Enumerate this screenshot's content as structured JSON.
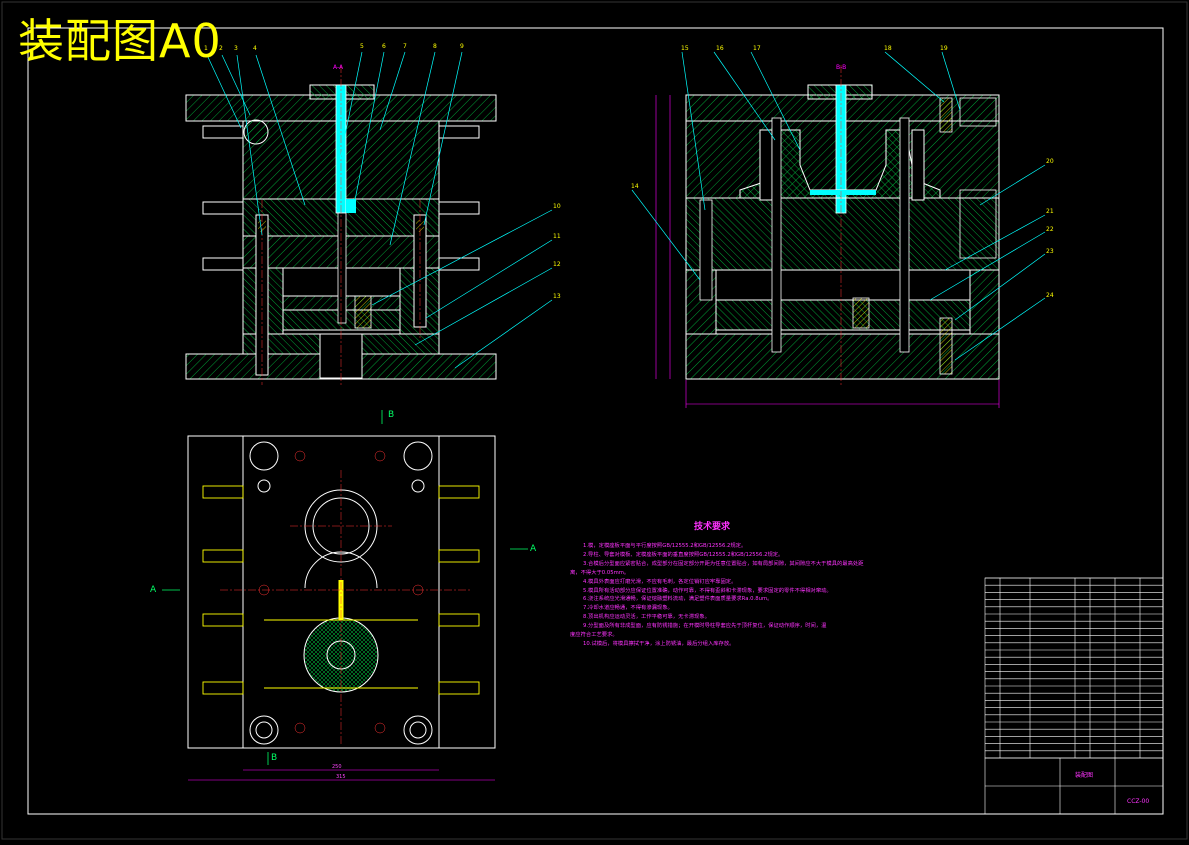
{
  "drawing": {
    "title": "装配图A0",
    "colors": {
      "background": "#000000",
      "outline": "#ffffff",
      "hatch": "#00cc44",
      "leader": "#00ffff",
      "dimension": "#ff00ff",
      "cooling": "#ffff00",
      "sprue": "#00ffff",
      "centerline": "#ff3333"
    },
    "section_labels": {
      "front": "A-A",
      "side": "B-B"
    },
    "view_markers": {
      "a_left": "A",
      "a_right": "A",
      "b_top": "B",
      "b_bottom": "B"
    },
    "part_numbers_front": [
      "1",
      "2",
      "3",
      "4",
      "5",
      "6",
      "7",
      "8",
      "9",
      "10",
      "11",
      "12",
      "13"
    ],
    "part_numbers_side": [
      "14",
      "15",
      "16",
      "17",
      "18",
      "19",
      "20",
      "21",
      "22",
      "23",
      "24"
    ],
    "technical_requirements": {
      "title": "技术要求",
      "lines": [
        "1.模，定模座板平面与平行度按照GB/12555.2和GB/12556.2规定。",
        "2.导柱、导套对模板、定模座板平面的垂直度按照GB/12555.2和GB/12556.2规定。",
        "3.合模后分型面应紧密贴合，成型部分在固定部分开距为任意位置贴合，如有局部间隙，其间隙应不大于模具的最高处距",
        "离，不得大于0.05mm。",
        "4.模具外表面应打磨光滑，不应有毛刺，各定位销钉应牢靠固定。",
        "5.模具所有活动部分应保证位置准确，动作可靠，不得有歪斜和卡滞现象，要求固定的零件不得相对窜动。",
        "6.浇注系统应光滑通畅，保证熔融塑料流动，满足塑件表面质量要求Ra.0.8um。",
        "7.冷却水道应畅通，不得有渗漏现象。",
        "8.顶出机构应运动灵活，工作平稳可靠，无卡滞现象。",
        "9.分型面及所有非成型面，应有防锈措施；在开模时导柱导套应先于顶杆复位，保证动作顺序，时间，温",
        "度应符合工艺要求。",
        "10.试模后，将模具擦拭干净，涂上防锈油，最后分组入库存放。"
      ]
    },
    "title_block": {
      "drawing_name": "装配图",
      "code": "CCZ-00"
    }
  }
}
